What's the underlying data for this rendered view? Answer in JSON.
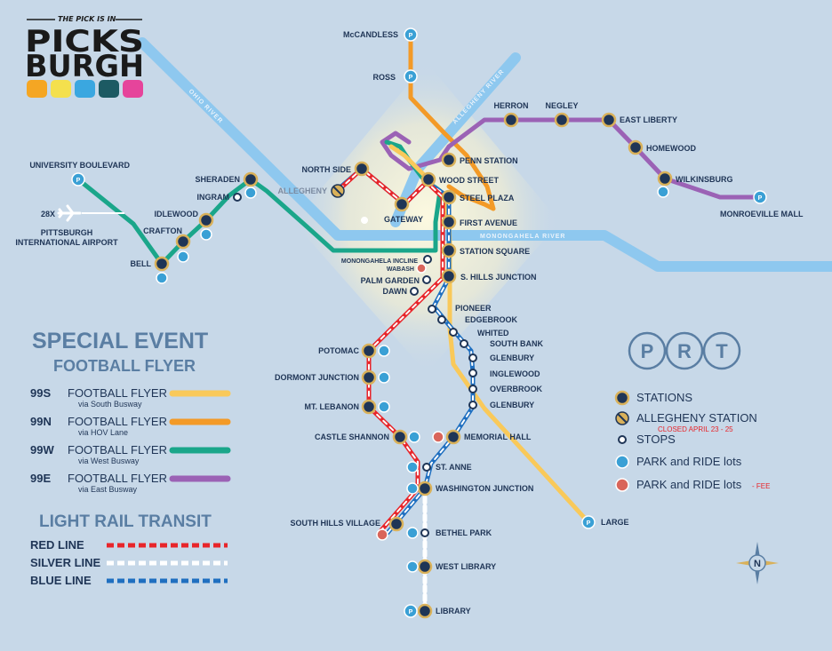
{
  "logo": {
    "tagline": "THE PICK IS IN",
    "line1": "PICKS",
    "line2": "BURGH",
    "swatches": [
      "#f5a623",
      "#f4e04d",
      "#3aa7e0",
      "#1c5a63",
      "#e6449b"
    ]
  },
  "rivers": {
    "ohio": "OHIO RIVER",
    "allegheny": "ALLEGHENY RIVER",
    "monongahela": "MONONGAHELA RIVER"
  },
  "stations": {
    "mccandless": "McCANDLESS",
    "ross": "ROSS",
    "herron": "HERRON",
    "negley": "NEGLEY",
    "east_liberty": "EAST LIBERTY",
    "homewood": "HOMEWOOD",
    "wilkinsburg": "WILKINSBURG",
    "monroeville_mall": "MONROEVILLE MALL",
    "penn_station": "PENN STATION",
    "north_side": "NORTH SIDE",
    "wood_street": "WOOD STREET",
    "steel_plaza": "STEEL PLAZA",
    "allegheny": "ALLEGHENY",
    "gateway": "GATEWAY",
    "first_avenue": "FIRST AVENUE",
    "station_square": "STATION SQUARE",
    "university_boulevard": "UNIVERSITY BOULEVARD",
    "sheraden": "SHERADEN",
    "ingram": "INGRAM",
    "idlewood": "IDLEWOOD",
    "crafton": "CRAFTON",
    "bell": "BELL",
    "airport_route": "28X",
    "airport_line1": "PITTSBURGH",
    "airport_line2": "INTERNATIONAL AIRPORT",
    "monongahela_incline": "MONONGAHELA INCLINE",
    "wabash": "WABASH",
    "palm_garden": "PALM GARDEN",
    "dawn": "DAWN",
    "s_hills_junction": "S. HILLS JUNCTION",
    "pioneer": "PIONEER",
    "edgebrook": "EDGEBROOK",
    "whited": "WHITED",
    "south_bank": "SOUTH BANK",
    "glenbury1": "GLENBURY",
    "inglewood": "INGLEWOOD",
    "overbrook": "OVERBROOK",
    "glenbury2": "GLENBURY",
    "potomac": "POTOMAC",
    "dormont_junction": "DORMONT JUNCTION",
    "mt_lebanon": "MT. LEBANON",
    "castle_shannon": "CASTLE SHANNON",
    "memorial_hall": "MEMORIAL HALL",
    "st_anne": "ST. ANNE",
    "washington_junction": "WASHINGTON JUNCTION",
    "south_hills_village": "SOUTH HILLS VILLAGE",
    "bethel_park": "BETHEL PARK",
    "large": "LARGE",
    "west_library": "WEST LIBRARY",
    "library": "LIBRARY"
  },
  "special_event": {
    "title": "SPECIAL EVENT",
    "subtitle": "FOOTBALL FLYER",
    "routes": [
      {
        "code": "99S",
        "name": "FOOTBALL FLYER",
        "via": "via South Busway",
        "color": "#f9c95a"
      },
      {
        "code": "99N",
        "name": "FOOTBALL FLYER",
        "via": "via HOV Lane",
        "color": "#f39a27"
      },
      {
        "code": "99W",
        "name": "FOOTBALL FLYER",
        "via": "via West Busway",
        "color": "#1aa68a"
      },
      {
        "code": "99E",
        "name": "FOOTBALL FLYER",
        "via": "via East Busway",
        "color": "#9b62b5"
      }
    ]
  },
  "light_rail": {
    "title": "LIGHT RAIL TRANSIT",
    "lines": [
      {
        "name": "RED LINE",
        "color": "#e8252a"
      },
      {
        "name": "SILVER LINE",
        "color": "#ffffff"
      },
      {
        "name": "BLUE LINE",
        "color": "#1f6fc0"
      }
    ]
  },
  "legend": {
    "brand": "PRT",
    "stations": "STATIONS",
    "allegheny_station": "ALLEGHENY STATION",
    "closed_note": "CLOSED  APRIL 23 - 25",
    "stops": "STOPS",
    "park_ride": "PARK and RIDE lots",
    "park_ride_fee": "PARK and RIDE lots",
    "fee": "- FEE",
    "compass": "N"
  },
  "colors": {
    "background": "#c7d8e8",
    "river": "#8ec8ef",
    "navy": "#1f3556",
    "gold": "#d9b15a",
    "park_ride": "#3aa0d5",
    "park_ride_fee": "#d9655a"
  }
}
